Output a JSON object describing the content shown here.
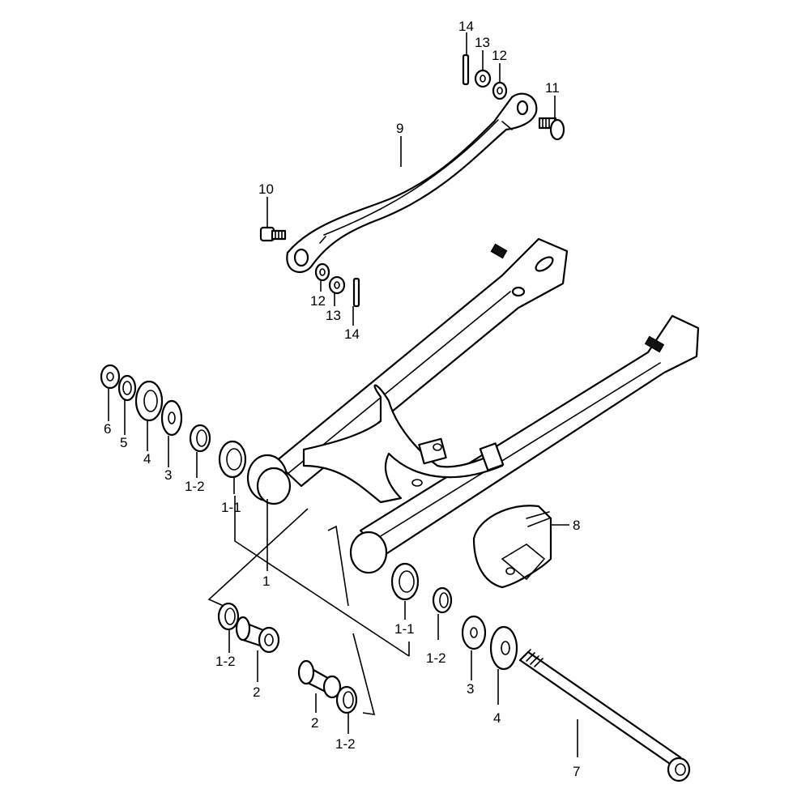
{
  "labels": [
    {
      "id": "p14a",
      "text": "14"
    },
    {
      "id": "p13a",
      "text": "13"
    },
    {
      "id": "p12a",
      "text": "12"
    },
    {
      "id": "p11",
      "text": "11"
    },
    {
      "id": "p9",
      "text": "9"
    },
    {
      "id": "p10",
      "text": "10"
    },
    {
      "id": "p12b",
      "text": "12"
    },
    {
      "id": "p13b",
      "text": "13"
    },
    {
      "id": "p14b",
      "text": "14"
    },
    {
      "id": "p6",
      "text": "6"
    },
    {
      "id": "p5",
      "text": "5"
    },
    {
      "id": "p4a",
      "text": "4"
    },
    {
      "id": "p3a",
      "text": "3"
    },
    {
      "id": "p1_2a",
      "text": "1-2"
    },
    {
      "id": "p1_1a",
      "text": "1-1"
    },
    {
      "id": "p1",
      "text": "1"
    },
    {
      "id": "p8",
      "text": "8"
    },
    {
      "id": "p1_1b",
      "text": "1-1"
    },
    {
      "id": "p1_2b",
      "text": "1-2"
    },
    {
      "id": "p1_2c",
      "text": "1-2"
    },
    {
      "id": "p2a",
      "text": "2"
    },
    {
      "id": "p2b",
      "text": "2"
    },
    {
      "id": "p1_2d",
      "text": "1-2"
    },
    {
      "id": "p3b",
      "text": "3"
    },
    {
      "id": "p4b",
      "text": "4"
    },
    {
      "id": "p7",
      "text": "7"
    }
  ]
}
